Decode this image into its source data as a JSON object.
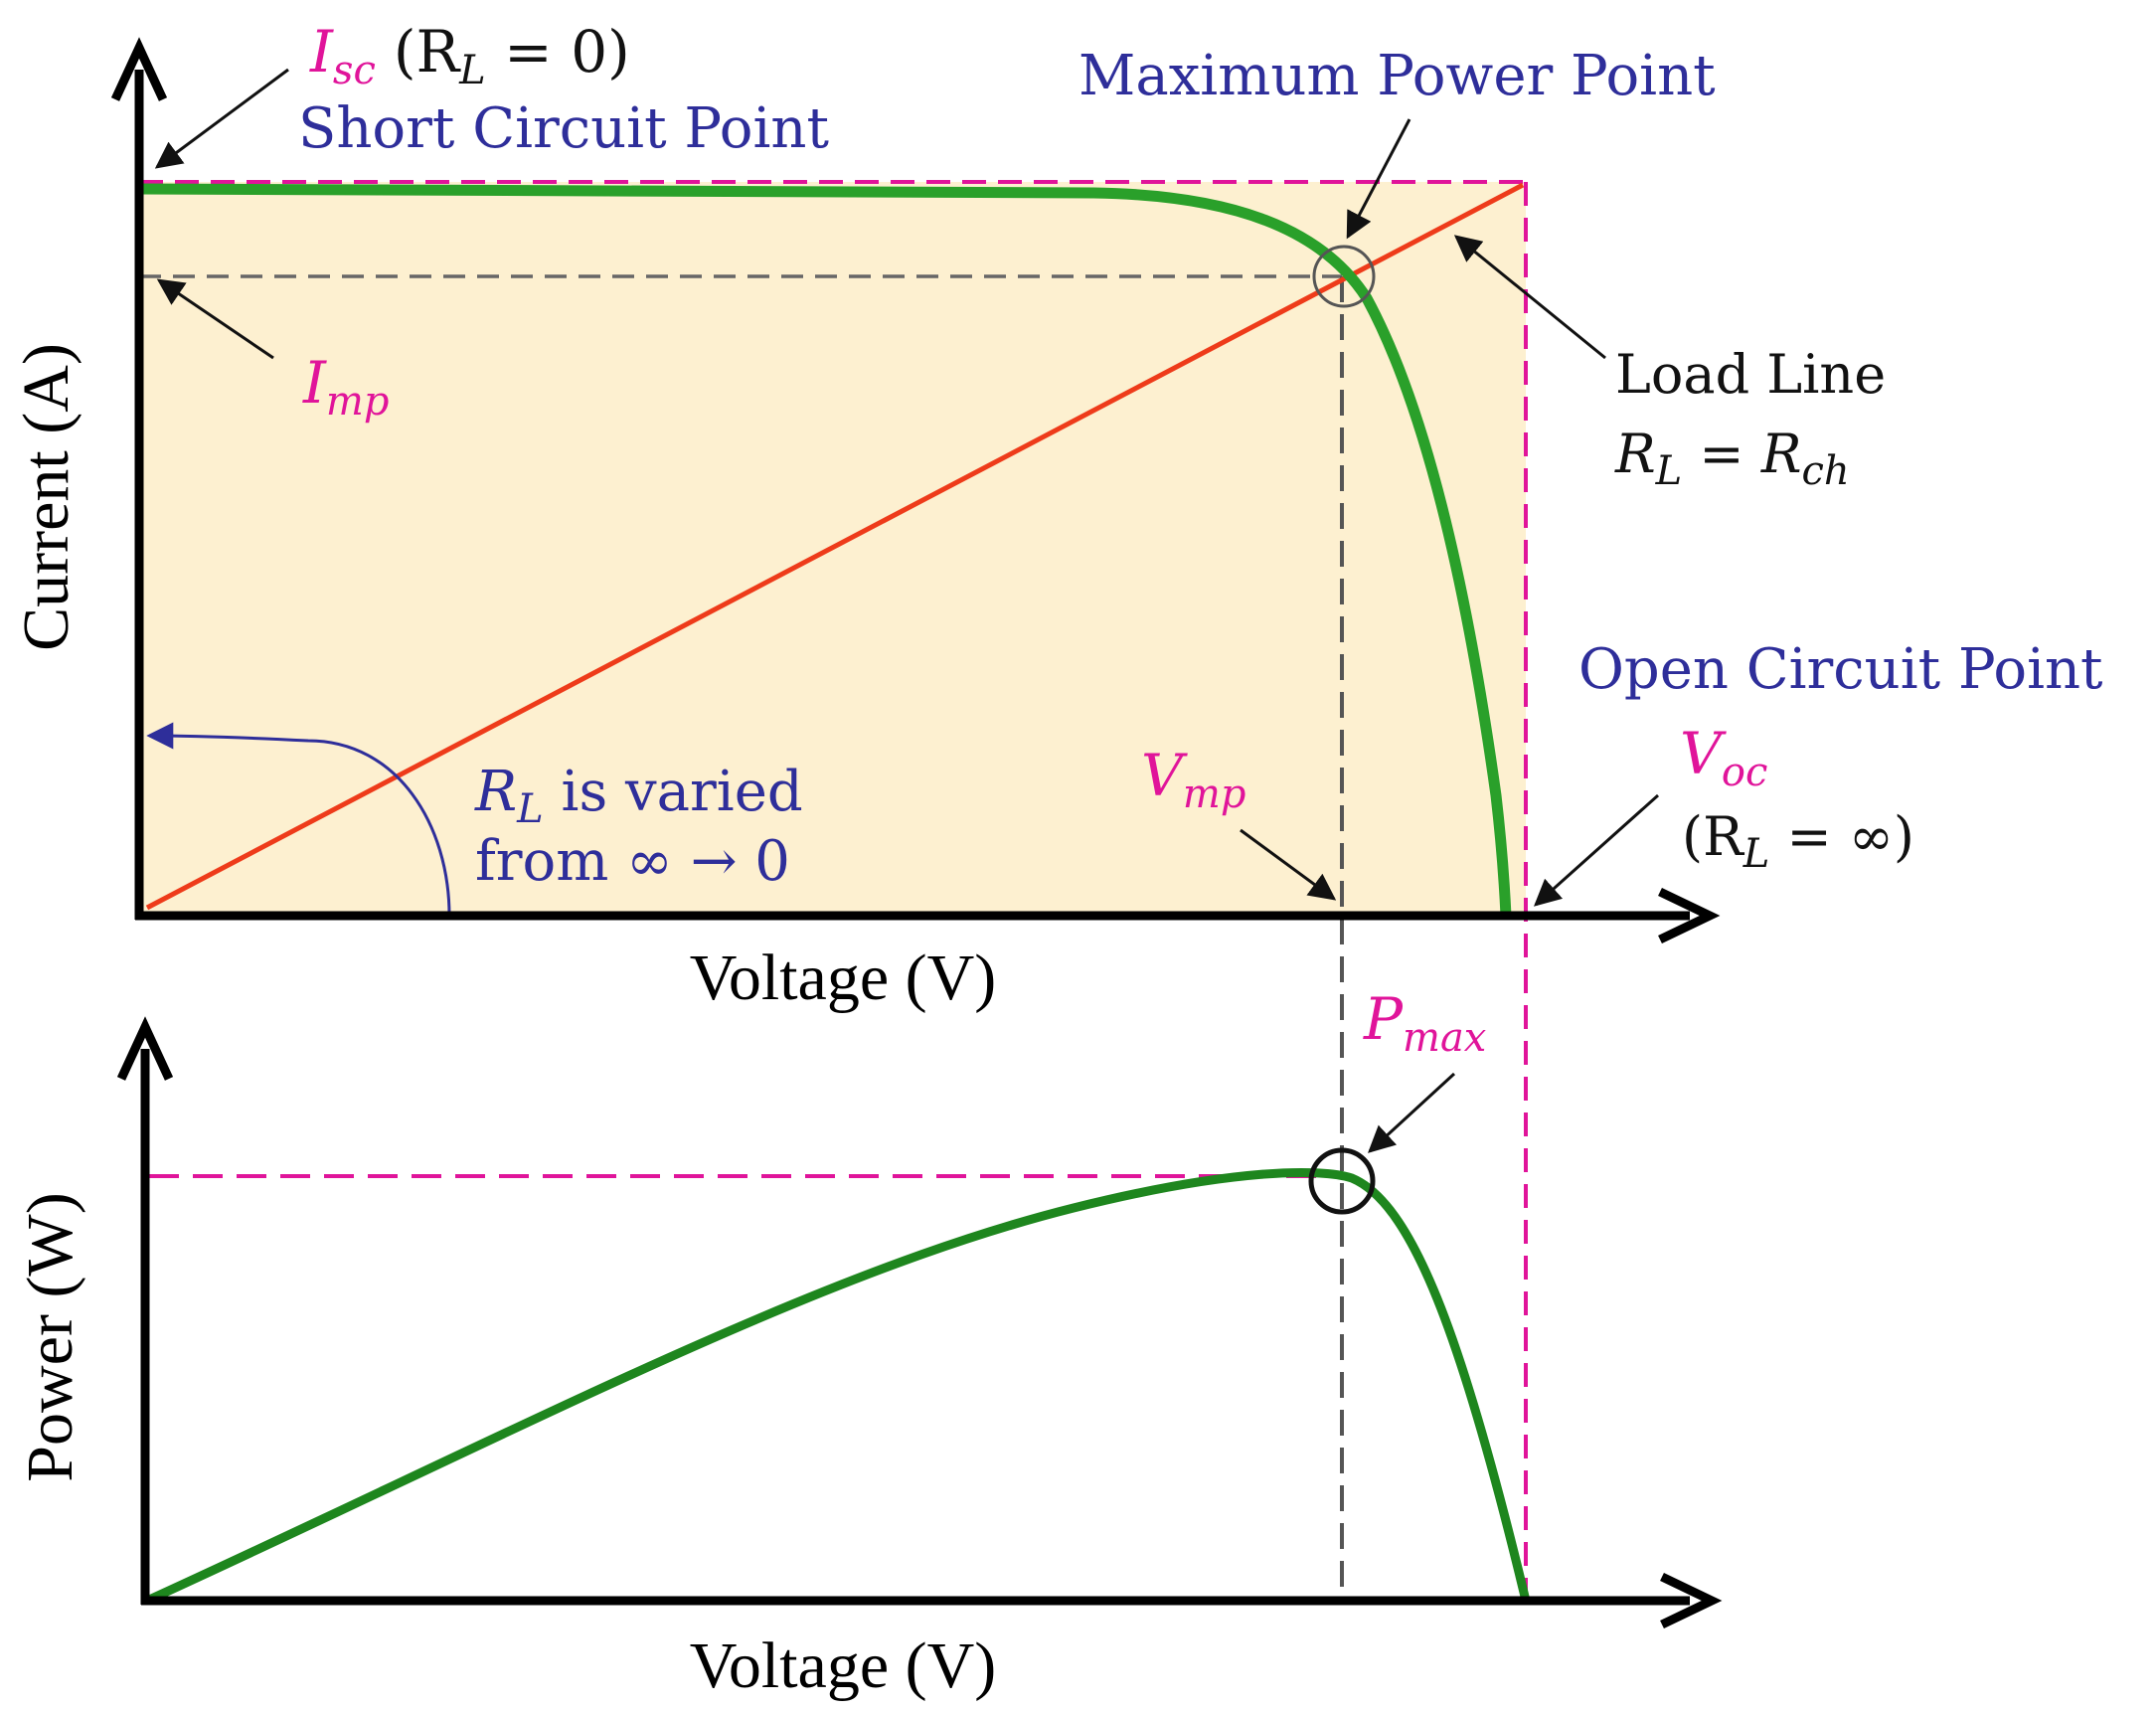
{
  "colors": {
    "fill_region": "#fdf0d0",
    "iv_curve": "#2aa02a",
    "power_curve": "#1e861e",
    "load_line": "#ee3b1a",
    "guide_magenta": "#e0149a",
    "guide_gray": "#555555",
    "label_blue": "#2e2e9a",
    "label_magenta": "#e0149a",
    "axis": "#000000"
  },
  "top_chart": {
    "ylabel": "Current (A)",
    "xlabel": "Voltage (V)",
    "isc": {
      "symbol": "I",
      "sub": "sc",
      "condition": "(R",
      "condition_sub": "L",
      "condition_rest": " = 0)",
      "caption": "Short Circuit Point"
    },
    "mpp_caption": "Maximum Power Point",
    "imp": {
      "symbol": "I",
      "sub": "mp"
    },
    "load_line": {
      "caption": "Load Line",
      "eq_a": "R",
      "eq_a_sub": "L",
      "eq_mid": " = ",
      "eq_b": "R",
      "eq_b_sub": "ch"
    },
    "voc": {
      "caption": "Open Circuit Point",
      "symbol": "V",
      "sub": "oc",
      "condition": "(R",
      "condition_sub": "L",
      "condition_rest": " = ∞)"
    },
    "vmp": {
      "symbol": "V",
      "sub": "mp"
    },
    "varied": {
      "line1_sym": "R",
      "line1_sub": "L",
      "line1_rest": " is varied",
      "line2": "from ∞ → 0"
    }
  },
  "bottom_chart": {
    "ylabel": "Power (W)",
    "xlabel": "Voltage (V)",
    "pmax": {
      "symbol": "P",
      "sub": "max"
    }
  }
}
